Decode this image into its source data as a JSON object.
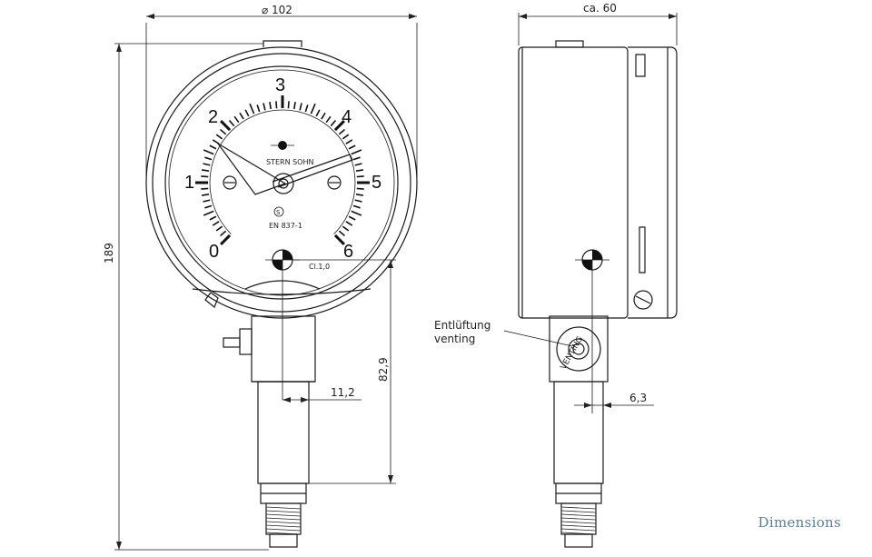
{
  "caption": "Dimensions",
  "dimensions": {
    "diameter": "⌀ 102",
    "depth": "ca. 60",
    "height": "189",
    "lower_height": "82,9",
    "offset_front": "11,2",
    "offset_side": "6,3"
  },
  "dial": {
    "scale_labels": [
      "0",
      "1",
      "2",
      "3",
      "4",
      "5",
      "6"
    ],
    "brand": "STERN SOHN",
    "standard": "EN 837-1",
    "accuracy_class": "Cl.1,0"
  },
  "venting": {
    "label_de": "Entlüftung",
    "label_en": "venting",
    "plug_text": "VENTING"
  }
}
